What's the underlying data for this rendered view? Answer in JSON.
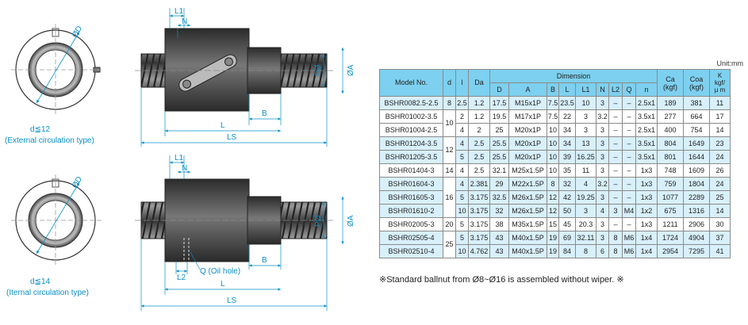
{
  "unit": "Unit:mm",
  "note": "※Standard ballnut from Ø8~Ø16 is assembled without wiper. ※",
  "drawings": {
    "top_caption_1": "d≦12",
    "top_caption_2": "(External circulation type)",
    "bottom_caption_1": "d≦14",
    "bottom_caption_2": "(Iternal circulation type)",
    "dim_D": "ØD",
    "dim_A": "ØA",
    "dim_P": "PØ",
    "dim_L1": "L1",
    "dim_N": "N",
    "dim_L": "L",
    "dim_B": "B",
    "dim_LS": "LS",
    "dim_L2": "L2",
    "oil_hole": "Q (Oil hole)"
  },
  "table": {
    "headers": {
      "model": "Model No.",
      "d": "d",
      "l": "l",
      "da": "Da",
      "dimension": "Dimension",
      "ca": "Ca\n(kgf)",
      "coa": "Coa\n(kgf)",
      "k": "K\nkgf/\nμ m",
      "sub": [
        "D",
        "A",
        "B",
        "L",
        "L1",
        "N",
        "L2",
        "Q",
        "n"
      ]
    },
    "rows": [
      {
        "model": "BSHR0082.5-2.5",
        "d": "8",
        "l": "2.5",
        "da": "1.2",
        "D": "17.5",
        "A": "M15x1P",
        "B": "7.5",
        "L": "23.5",
        "L1": "10",
        "N": "3",
        "L2": "–",
        "Q": "–",
        "n": "2.5x1",
        "ca": "189",
        "coa": "381",
        "k": "11"
      },
      {
        "model": "BSHR01002-3.5",
        "d": "10",
        "l": "2",
        "da": "1.2",
        "D": "19.5",
        "A": "M17x1P",
        "B": "7.5",
        "L": "22",
        "L1": "3",
        "N": "3.2",
        "L2": "–",
        "Q": "–",
        "n": "3.5x1",
        "ca": "277",
        "coa": "664",
        "k": "17"
      },
      {
        "model": "BSHR01004-2.5",
        "d": "",
        "l": "4",
        "da": "2",
        "D": "25",
        "A": "M20x1P",
        "B": "10",
        "L": "34",
        "L1": "3",
        "N": "3",
        "L2": "–",
        "Q": "–",
        "n": "2.5x1",
        "ca": "400",
        "coa": "754",
        "k": "14"
      },
      {
        "model": "BSHR01204-3.5",
        "d": "12",
        "l": "4",
        "da": "2.5",
        "D": "25.5",
        "A": "M20x1P",
        "B": "10",
        "L": "34",
        "L1": "13",
        "N": "3",
        "L2": "–",
        "Q": "–",
        "n": "3.5x1",
        "ca": "804",
        "coa": "1649",
        "k": "23"
      },
      {
        "model": "BSHR01205-3.5",
        "d": "",
        "l": "5",
        "da": "2.5",
        "D": "25.5",
        "A": "M20x1P",
        "B": "10",
        "L": "39",
        "L1": "16.25",
        "N": "3",
        "L2": "–",
        "Q": "–",
        "n": "3.5x1",
        "ca": "801",
        "coa": "1644",
        "k": "24"
      },
      {
        "model": "BSHR01404-3",
        "d": "14",
        "l": "4",
        "da": "2.5",
        "D": "32.1",
        "A": "M25x1.5P",
        "B": "10",
        "L": "35",
        "L1": "11",
        "N": "3",
        "L2": "–",
        "Q": "–",
        "n": "1x3",
        "ca": "748",
        "coa": "1609",
        "k": "26"
      },
      {
        "model": "BSHR01604-3",
        "d": "16",
        "l": "4",
        "da": "2.381",
        "D": "29",
        "A": "M22x1.5P",
        "B": "8",
        "L": "32",
        "L1": "4",
        "N": "3.2",
        "L2": "–",
        "Q": "–",
        "n": "1x3",
        "ca": "759",
        "coa": "1804",
        "k": "24"
      },
      {
        "model": "BSHR01605-3",
        "d": "",
        "l": "5",
        "da": "3.175",
        "D": "32.5",
        "A": "M26x1.5P",
        "B": "12",
        "L": "42",
        "L1": "19.25",
        "N": "3",
        "L2": "–",
        "Q": "–",
        "n": "1x3",
        "ca": "1077",
        "coa": "2289",
        "k": "25"
      },
      {
        "model": "BSHR01610-2",
        "d": "",
        "l": "10",
        "da": "3.175",
        "D": "32",
        "A": "M26x1.5P",
        "B": "12",
        "L": "50",
        "L1": "3",
        "N": "4",
        "L2": "3",
        "Q": "M4",
        "n": "1x2",
        "ca": "675",
        "coa": "1316",
        "k": "14"
      },
      {
        "model": "BSHR02005-3",
        "d": "20",
        "l": "5",
        "da": "3.175",
        "D": "38",
        "A": "M35x1.5P",
        "B": "15",
        "L": "45",
        "L1": "20.3",
        "N": "3",
        "L2": "–",
        "Q": "–",
        "n": "1x3",
        "ca": "1211",
        "coa": "2906",
        "k": "30"
      },
      {
        "model": "BSHR02505-4",
        "d": "25",
        "l": "5",
        "da": "3.175",
        "D": "43",
        "A": "M40x1.5P",
        "B": "19",
        "L": "69",
        "L1": "32.11",
        "N": "3",
        "L2": "8",
        "Q": "M6",
        "n": "1x4",
        "ca": "1724",
        "coa": "4904",
        "k": "37"
      },
      {
        "model": "BSHR02510-4",
        "d": "",
        "l": "10",
        "da": "4.762",
        "D": "43",
        "A": "M40x1.5P",
        "B": "19",
        "L": "84",
        "L1": "8",
        "N": "6",
        "L2": "8",
        "Q": "M6",
        "n": "1x4",
        "ca": "2954",
        "coa": "7295",
        "k": "41"
      }
    ]
  },
  "colors": {
    "header": "#7dd0ef",
    "row_alt": "#d8f0fb",
    "dimension_text": "#0a8fc7",
    "nut_body": "#3a3a3a"
  }
}
